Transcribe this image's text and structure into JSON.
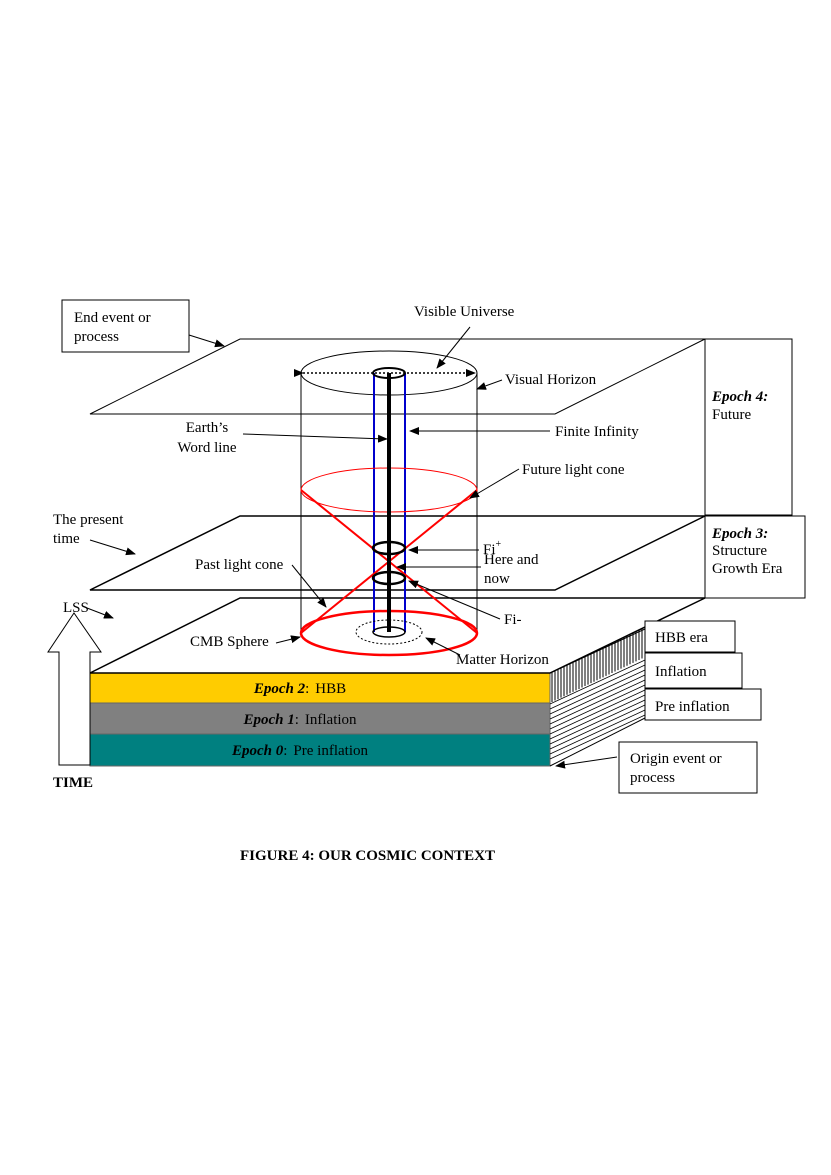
{
  "caption": "FIGURE 4: OUR COSMIC CONTEXT",
  "time_label": "TIME",
  "labels": {
    "end_event_line1": "End event or",
    "end_event_line2": "process",
    "visible_universe": "Visible Universe",
    "visual_horizon": "Visual Horizon",
    "earths_line1": "Earth’s",
    "earths_line2": "Word line",
    "finite_infinity": "Finite Infinity",
    "future_light_cone": "Future light cone",
    "present_line1": "The present",
    "present_line2": "time",
    "fi_plus_base": "Fi",
    "fi_plus_sup": "+",
    "here_line1": "Here and",
    "here_line2": "now",
    "past_light_cone": "Past light cone",
    "fi_minus": "Fi-",
    "lss": "LSS",
    "cmb_sphere": "CMB Sphere",
    "matter_horizon": "Matter Horizon",
    "origin_line1": "Origin event or",
    "origin_line2": "process"
  },
  "epochs": {
    "epoch4_title": "Epoch 4:",
    "epoch4_line1": "Future",
    "epoch3_title": "Epoch 3:",
    "epoch3_line1": "Structure",
    "epoch3_line2": "Growth Era",
    "epoch2_title": "Epoch 2",
    "epoch2_name": "HBB",
    "epoch1_title": "Epoch 1",
    "epoch1_name": "Inflation",
    "epoch0_title": "Epoch 0",
    "epoch0_name": "Pre inflation",
    "sep": ":"
  },
  "side_boxes": {
    "hbb_era": "HBB era",
    "inflation": "Inflation",
    "pre_inflation": "Pre inflation"
  },
  "colors": {
    "hbb_band": "#FFCC00",
    "inflation_band": "#808080",
    "pre_inflation_band": "#008080",
    "light_cone": "#FF0000",
    "finite_infinity": "#0000CC"
  }
}
